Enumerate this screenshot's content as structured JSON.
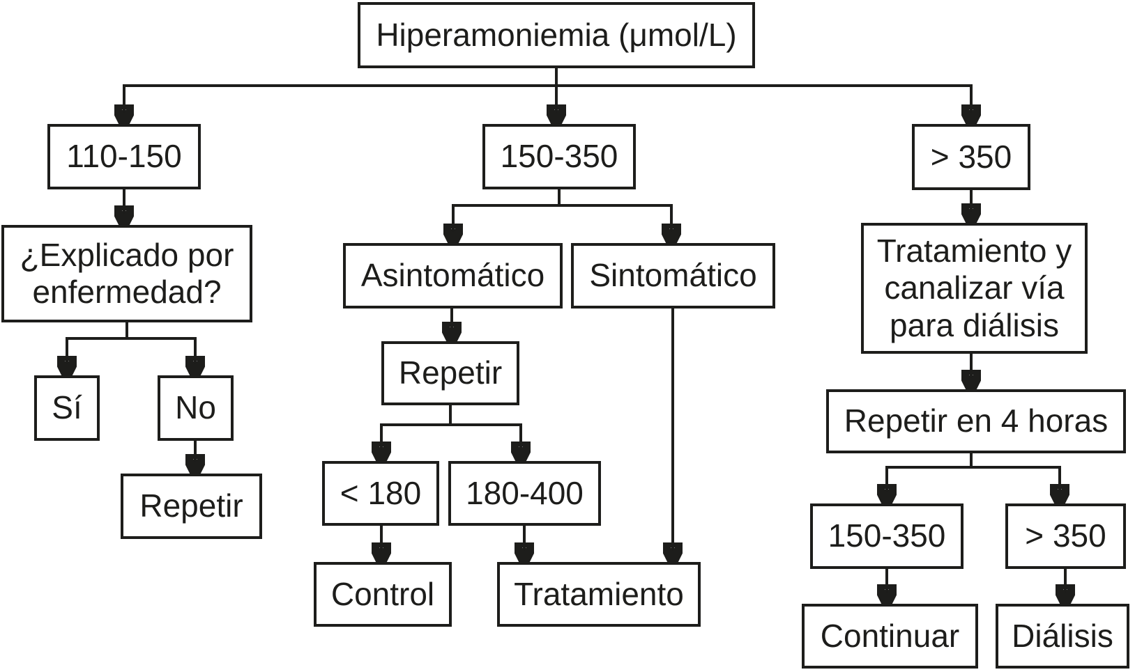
{
  "diagram": {
    "type": "flowchart",
    "language": "es",
    "colors": {
      "background": "#ffffff",
      "box_fill": "#ffffff",
      "box_border": "#1d1d1b",
      "line": "#1d1d1b",
      "text": "#1d1d1b"
    }
  },
  "nodes": {
    "root": {
      "label": "Hiperamoniemia (μmol/L)"
    },
    "r110_150": {
      "label": "110-150"
    },
    "r150_350": {
      "label": "150-350"
    },
    "gt350": {
      "label": "> 350"
    },
    "explicado": {
      "label": "¿Explicado por enfermedad?"
    },
    "si": {
      "label": "Sí"
    },
    "no": {
      "label": "No"
    },
    "repetir_izq": {
      "label": "Repetir"
    },
    "asintomatico": {
      "label": "Asintomático"
    },
    "sintomatico": {
      "label": "Sintomático"
    },
    "repetir_med": {
      "label": "Repetir"
    },
    "lt180": {
      "label": "< 180"
    },
    "r180_400": {
      "label": "180-400"
    },
    "control": {
      "label": "Control"
    },
    "tratamiento": {
      "label": "Tratamiento"
    },
    "trat_canalizar": {
      "label": "Tratamiento y canalizar vía para diálisis"
    },
    "repetir_4h": {
      "label": "Repetir en 4 horas"
    },
    "r150_350_rep": {
      "label": "150-350"
    },
    "gt350_rep": {
      "label": "> 350"
    },
    "continuar": {
      "label": "Continuar"
    },
    "dialisis": {
      "label": "Diálisis"
    }
  },
  "edges": [
    {
      "from": "root",
      "to": "r110_150"
    },
    {
      "from": "root",
      "to": "r150_350"
    },
    {
      "from": "root",
      "to": "gt350"
    },
    {
      "from": "r110_150",
      "to": "explicado"
    },
    {
      "from": "explicado",
      "to": "si"
    },
    {
      "from": "explicado",
      "to": "no"
    },
    {
      "from": "no",
      "to": "repetir_izq"
    },
    {
      "from": "r150_350",
      "to": "asintomatico"
    },
    {
      "from": "r150_350",
      "to": "sintomatico"
    },
    {
      "from": "asintomatico",
      "to": "repetir_med"
    },
    {
      "from": "repetir_med",
      "to": "lt180"
    },
    {
      "from": "repetir_med",
      "to": "r180_400"
    },
    {
      "from": "lt180",
      "to": "control"
    },
    {
      "from": "r180_400",
      "to": "tratamiento"
    },
    {
      "from": "sintomatico",
      "to": "tratamiento"
    },
    {
      "from": "gt350",
      "to": "trat_canalizar"
    },
    {
      "from": "trat_canalizar",
      "to": "repetir_4h"
    },
    {
      "from": "repetir_4h",
      "to": "r150_350_rep"
    },
    {
      "from": "repetir_4h",
      "to": "gt350_rep"
    },
    {
      "from": "r150_350_rep",
      "to": "continuar"
    },
    {
      "from": "gt350_rep",
      "to": "dialisis"
    }
  ]
}
